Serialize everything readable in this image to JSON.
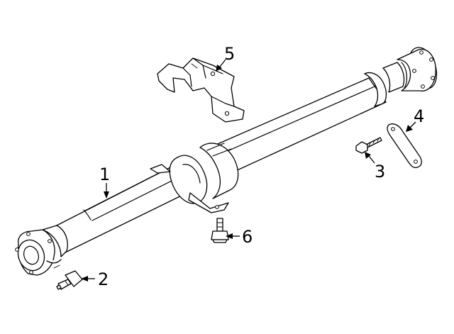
{
  "callouts": [
    {
      "id": "1",
      "label": "1"
    },
    {
      "id": "2",
      "label": "2"
    },
    {
      "id": "3",
      "label": "3"
    },
    {
      "id": "4",
      "label": "4"
    },
    {
      "id": "5",
      "label": "5"
    },
    {
      "id": "6",
      "label": "6"
    }
  ],
  "style": {
    "line_color": "#000000",
    "background": "#ffffff"
  }
}
